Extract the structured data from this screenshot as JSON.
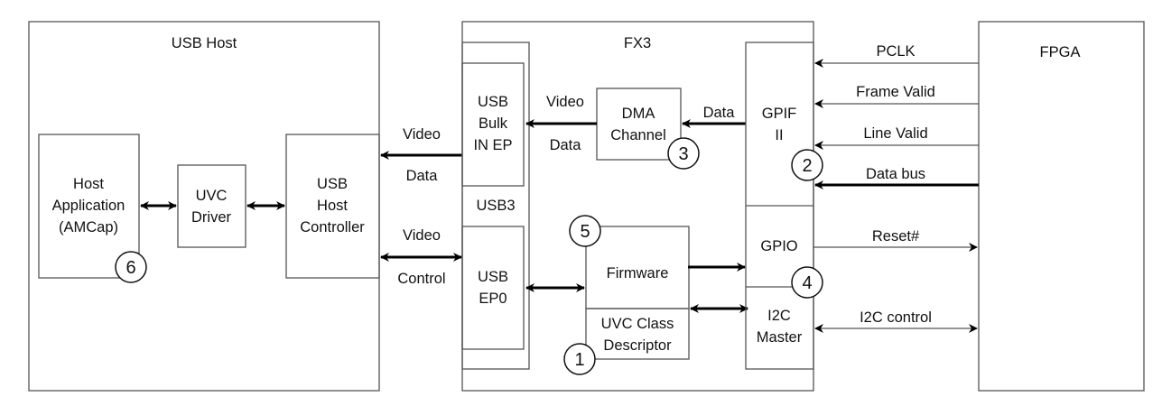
{
  "usb_host": {
    "title": "USB Host",
    "host_application": [
      "Host",
      "Application",
      "(AMCap)"
    ],
    "uvc_driver": [
      "UVC",
      "Driver"
    ],
    "usb_host_controller": [
      "USB",
      "Host",
      "Controller"
    ]
  },
  "links": {
    "video_data": [
      "Video",
      "Data"
    ],
    "video_control": [
      "Video",
      "Control"
    ],
    "dma_to_bulk": [
      "Video",
      "Data"
    ],
    "gpif_to_dma": "Data"
  },
  "fx3": {
    "title": "FX3",
    "usb3": "USB3",
    "usb_bulk_in_ep": [
      "USB",
      "Bulk",
      "IN EP"
    ],
    "usb_ep0": [
      "USB",
      "EP0"
    ],
    "dma_channel": [
      "DMA",
      "Channel"
    ],
    "firmware": "Firmware",
    "uvc_class_descriptor": [
      "UVC Class",
      "Descriptor"
    ],
    "gpif": [
      "GPIF",
      "II"
    ],
    "gpio": "GPIO",
    "i2c_master": [
      "I2C",
      "Master"
    ]
  },
  "fpga": {
    "title": "FPGA",
    "signals": [
      "PCLK",
      "Frame Valid",
      "Line Valid",
      "Data bus",
      "Reset#",
      "I2C control"
    ]
  },
  "markers": [
    "1",
    "2",
    "3",
    "4",
    "5",
    "6"
  ]
}
